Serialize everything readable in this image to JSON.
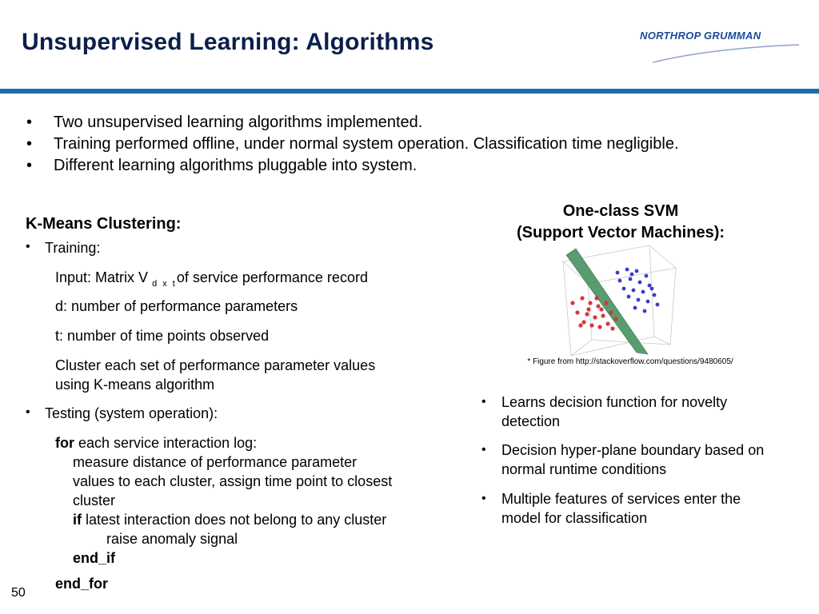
{
  "title": "Unsupervised Learning: Algorithms",
  "logo": {
    "name": "NORTHROP GRUMMAN",
    "color": "#1b4a9a"
  },
  "colors": {
    "rule": "#1d6ea8",
    "title": "#0a1f4a",
    "plane": "#3d8a57",
    "cluster_red": "#d13a3a",
    "cluster_blue": "#3a3acc"
  },
  "top_bullets": [
    "Two unsupervised learning algorithms implemented.",
    "Training performed offline, under normal system operation. Classification time negligible.",
    "Different learning algorithms pluggable into system."
  ],
  "kmeans": {
    "heading": "K-Means Clustering:",
    "training_label": "Training:",
    "input_prefix": "Input: Matrix V",
    "input_subscript": "d x t",
    "input_suffix": "of service performance record",
    "d_def": "d: number of performance parameters",
    "t_def": "t: number of time points observed",
    "cluster_line1": "Cluster each set of performance parameter values",
    "cluster_line2": "using K-means algorithm",
    "testing_label": "Testing (system operation):",
    "for_kw": "for",
    "for_rest": "each service interaction log:",
    "measure_1": "measure distance of performance parameter",
    "measure_2": "values to each cluster, assign time point to closest",
    "measure_3": "cluster",
    "if_kw": "if",
    "if_rest": "latest interaction does not belong to any cluster",
    "raise": "raise anomaly signal",
    "end_if": "end_if",
    "end_for": "end_for"
  },
  "svm": {
    "heading_line1": "One-class SVM",
    "heading_line2": "(Support Vector Machines):",
    "caption": "* Figure from http://stackoverflow.com/questions/9480605/",
    "bullets": [
      {
        "line1": "Learns decision function for novelty",
        "line2": "detection"
      },
      {
        "line1": "Decision hyper-plane boundary based on",
        "line2": "normal runtime conditions"
      },
      {
        "line1": "Multiple features of services enter the",
        "line2": "model for classification"
      }
    ]
  },
  "page_number": "50"
}
